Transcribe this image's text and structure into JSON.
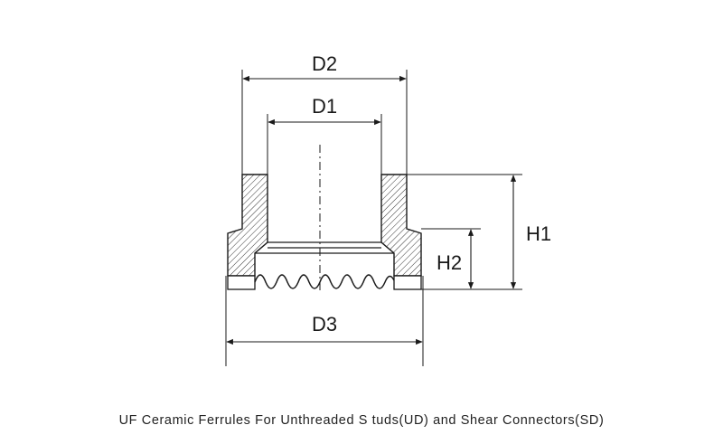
{
  "labels": {
    "d2": "D2",
    "d1": "D1",
    "h1": "H1",
    "h2": "H2",
    "d3": "D3"
  },
  "caption": "UF Ceramic Ferrules For Unthreaded S tuds(UD) and Shear Connectors(SD)",
  "colors": {
    "line": "#1a1a1a",
    "hatch": "#333333",
    "background": "#ffffff"
  }
}
